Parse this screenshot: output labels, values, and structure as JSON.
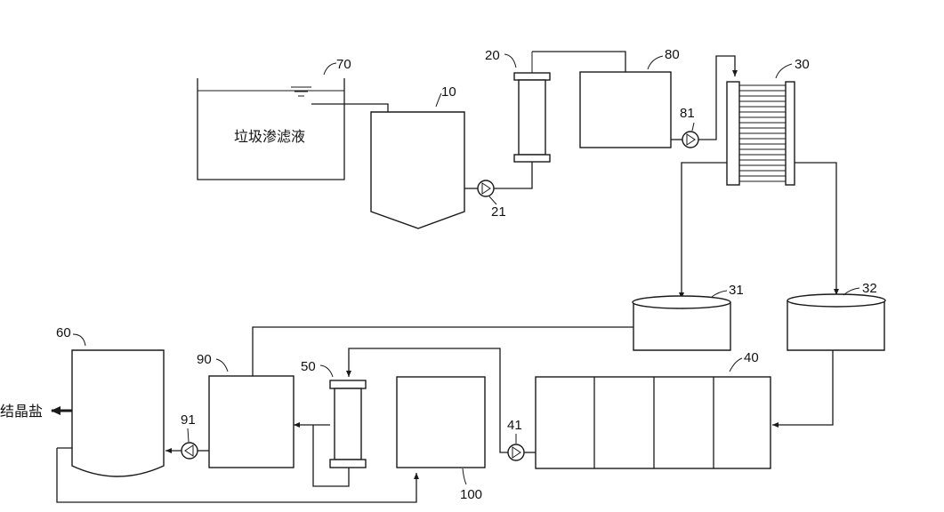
{
  "diagram": {
    "tank_label": "垃圾渗滤液",
    "output_label": "结晶盐",
    "labels": {
      "n10": "10",
      "n20": "20",
      "n21": "21",
      "n30": "30",
      "n31": "31",
      "n32": "32",
      "n40": "40",
      "n41": "41",
      "n50": "50",
      "n60": "60",
      "n70": "70",
      "n80": "80",
      "n81": "81",
      "n90": "90",
      "n91": "91",
      "n100": "100"
    }
  }
}
